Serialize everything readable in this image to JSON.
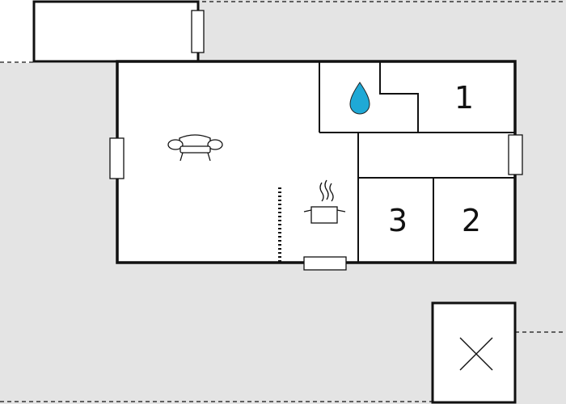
{
  "colors": {
    "terrain": "#e4e4e4",
    "floor": "#ffffff",
    "wall": "#111111",
    "water": "#1fa9d6",
    "window_fill": "#ffffff"
  },
  "rooms": [
    {
      "label": "1",
      "type": "bedroom"
    },
    {
      "label": "2",
      "type": "bedroom"
    },
    {
      "label": "3",
      "type": "bedroom"
    }
  ],
  "icons": [
    {
      "name": "sofa-icon",
      "room": "living-room"
    },
    {
      "name": "cooking-pot-icon",
      "room": "kitchen"
    },
    {
      "name": "water-drop-icon",
      "room": "bathroom"
    },
    {
      "name": "cross-icon",
      "room": "outbuilding"
    }
  ],
  "features": [
    "dashed-property-boundary",
    "dotted-partition",
    "windows",
    "terrace"
  ]
}
